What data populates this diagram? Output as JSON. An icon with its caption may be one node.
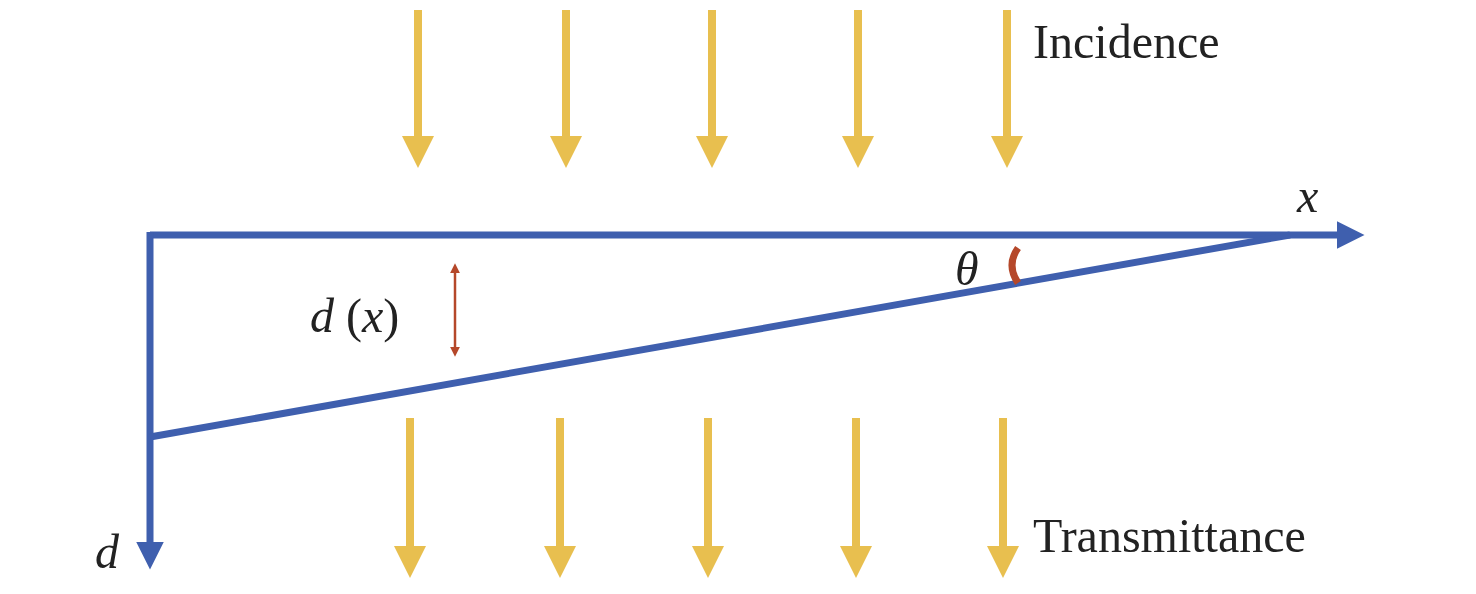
{
  "diagram": {
    "labels": [
      "Incidence",
      "x",
      "θ",
      "*d* (*x*)",
      "d",
      "Transmittance"
    ]
  }
}
